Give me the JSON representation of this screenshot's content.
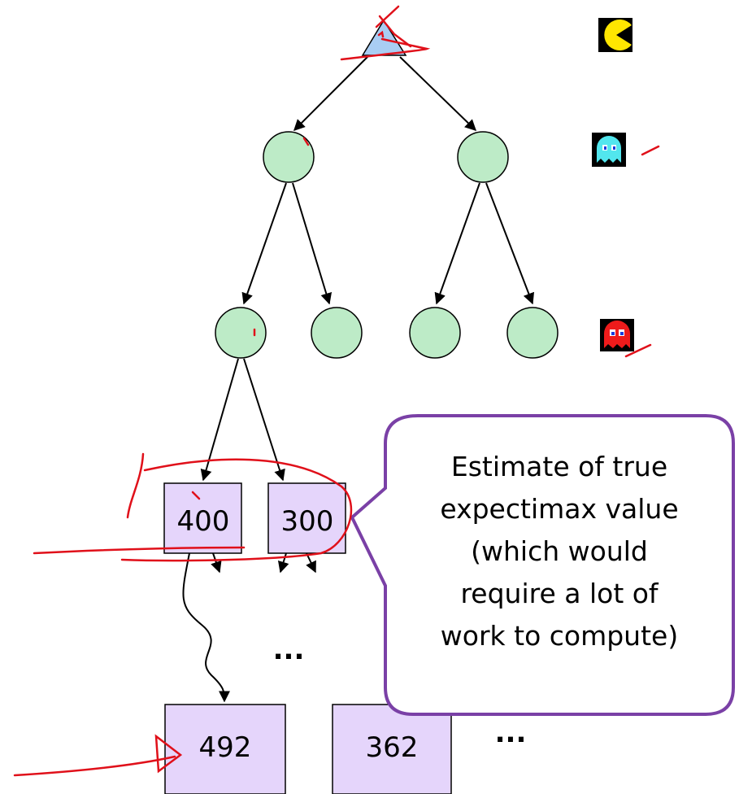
{
  "diagram": {
    "leaf_estimates": [
      "400",
      "300"
    ],
    "deeper_values": [
      "492",
      "362"
    ],
    "ellipsis": "...",
    "callout_lines": [
      "Estimate of true",
      "expectimax value",
      "(which would",
      "require a lot of",
      "work to compute)"
    ]
  },
  "icons": {
    "row_max": "pacman-icon",
    "row_chance_1": "cyan-ghost-icon",
    "row_chance_2": "red-ghost-icon"
  },
  "colors": {
    "max_node_fill": "#a9cdf3",
    "chance_node_fill": "#bdebc7",
    "value_box_fill": "#e5d5fb",
    "callout_border": "#7a40a6",
    "annotation_ink": "#e0101a"
  }
}
